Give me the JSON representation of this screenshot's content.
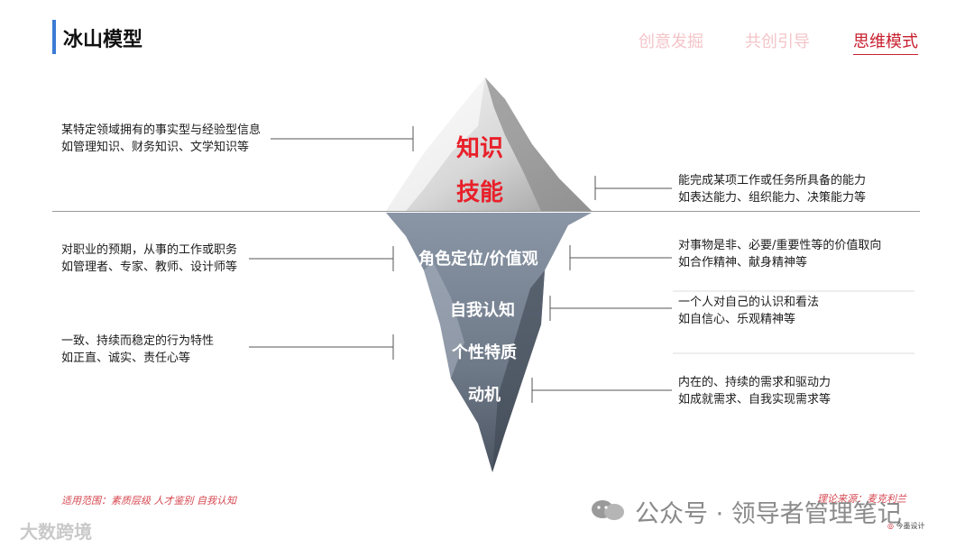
{
  "header": {
    "title": "冰山模型",
    "nav": [
      "创意发掘",
      "共创引导",
      "思维模式"
    ]
  },
  "iceberg": {
    "above": [
      "知识",
      "技能"
    ],
    "below": [
      "角色定位/价值观",
      "自我认知",
      "个性特质",
      "动机"
    ]
  },
  "descriptions": {
    "knowledge": [
      "某特定领域拥有的事实型与经验型信息",
      "如管理知识、财务知识、文学知识等"
    ],
    "skill": [
      "能完成某项工作或任务所具备的能力",
      "如表达能力、组织能力、决策能力等"
    ],
    "role": [
      "对职业的预期，从事的工作或职务",
      "如管理者、专家、教师、设计师等"
    ],
    "values": [
      "对事物是非、必要/重要性等的价值取向",
      "如合作精神、献身精神等"
    ],
    "self_concept": [
      "一个人对自己的认识和看法",
      "如自信心、乐观精神等"
    ],
    "traits": [
      "一致、持续而稳定的行为特性",
      "如正直、诚实、责任心等"
    ],
    "motive": [
      "内在的、持续的需求和驱动力",
      "如成就需求、自我实现需求等"
    ]
  },
  "footer": {
    "scope": "适用范围：素质层级 人才鉴别 自我认知",
    "brand": "大数跨境",
    "watermark": "公众号 · 领导者管理笔记",
    "right_note": "理论来源：麦克利兰",
    "logo_text": "今墨设计"
  },
  "colors": {
    "accent_red": "#e8202a",
    "accent_blue": "#3a7bd5",
    "nav_active": "#c8202e",
    "nav_inactive": "#f4c4c8"
  }
}
